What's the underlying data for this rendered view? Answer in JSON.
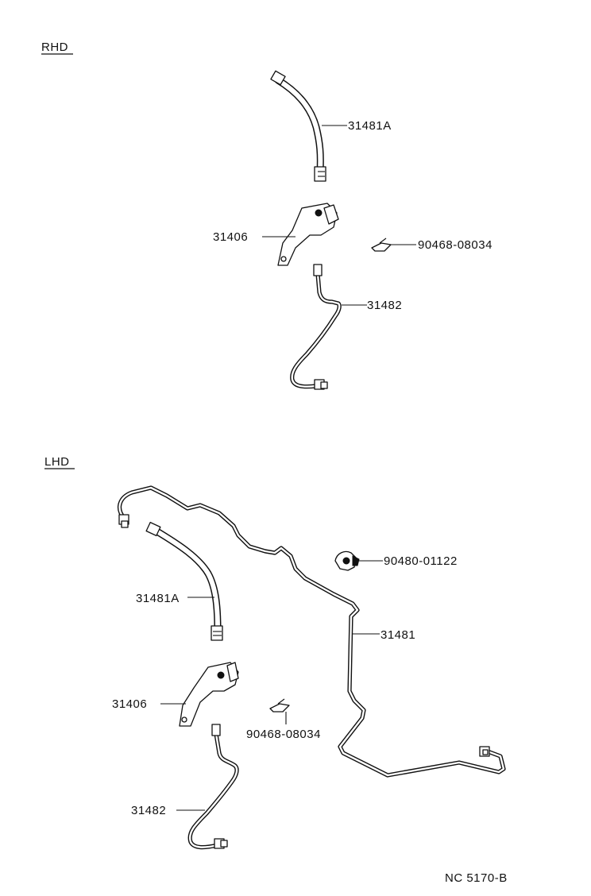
{
  "sections": {
    "rhd": "RHD",
    "lhd": "LHD"
  },
  "rhd_parts": {
    "hose": "31481A",
    "bracket": "31406",
    "clip": "90468-08034",
    "tube": "31482"
  },
  "lhd_parts": {
    "grommet": "90480-01122",
    "main_tube": "31481",
    "hose": "31481A",
    "bracket": "31406",
    "clip": "90468-08034",
    "tube": "31482"
  },
  "footer_code": "NC 5170-B"
}
